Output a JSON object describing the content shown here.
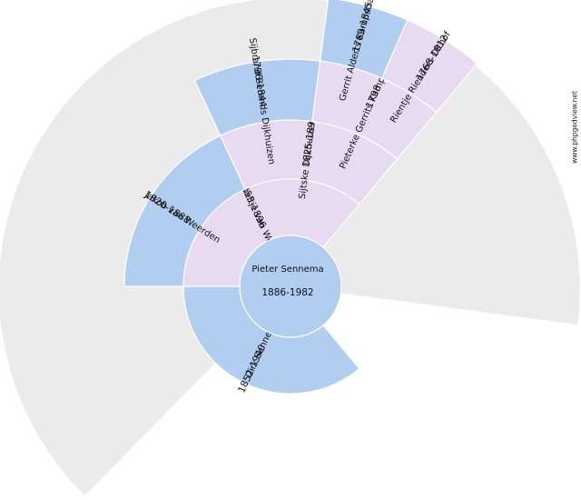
{
  "watermark": "www.phpgedview.net",
  "colors": {
    "male": "#b1cdf0",
    "female": "#e8daf0",
    "background": "#ebebeb"
  },
  "root": {
    "name": "Pieter Sennema",
    "dates": "1886-1982"
  },
  "ancestors": [
    {
      "id": "father",
      "generation": 1,
      "sex": "male",
      "name": "Dirk Sennema",
      "dates": "1852-1940"
    },
    {
      "id": "mother",
      "generation": 1,
      "sex": "female",
      "name": "Abeltje van Weerden",
      "dates": "1855-1896"
    },
    {
      "id": "mothers-father",
      "generation": 2,
      "sex": "male",
      "name": "Jakob van Weerden",
      "dates": "1820-1888"
    },
    {
      "id": "mothers-mother",
      "generation": 2,
      "sex": "female",
      "name": "Sijtske Dijkhuizen",
      "dates": "1825-1898"
    },
    {
      "id": "mm-father",
      "generation": 3,
      "sex": "male",
      "name": "Sijbrand Berends Dijkhuizen",
      "dates": "1796-1844"
    },
    {
      "id": "mm-mother",
      "generation": 3,
      "sex": "female",
      "name": "Pieterke Gerrits Kampstra",
      "dates": "1798"
    },
    {
      "id": "mmm-father",
      "generation": 4,
      "sex": "male",
      "name": "Gerrit Alderts Kampstra",
      "dates": "1769-1845"
    },
    {
      "id": "mmm-mother",
      "generation": 4,
      "sex": "female",
      "name": "Rientje Rienders Olthof",
      "dates": "1768-1812"
    }
  ]
}
